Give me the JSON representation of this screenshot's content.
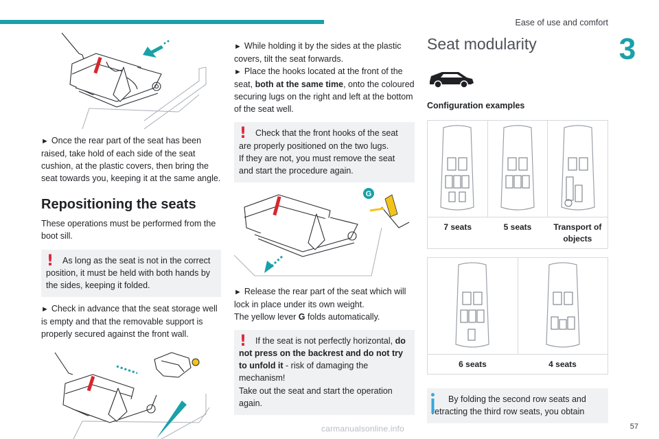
{
  "header": {
    "title": "Ease of use and comfort",
    "chapter": "3",
    "page": "57"
  },
  "watermark": "carmanualsonline.info",
  "col1": {
    "p1": "Once the rear part of the seat has been raised, take hold of each side of the seat cushion, at the plastic covers, then bring the seat towards you, keeping it at the same angle.",
    "heading": "Repositioning the seats",
    "p2": "These operations must be performed from the boot sill.",
    "note": "As long as the seat is not in the correct position, it must be held with both hands by the sides, keeping it folded.",
    "p3": "Check in advance that the seat storage well is empty and that the removable support is properly secured against the front wall."
  },
  "col2": {
    "p1": "While holding it by the sides at the plastic covers, tilt the seat forwards.",
    "p2a": "Place the hooks located at the front of the seat, ",
    "p2b": "both at the same time",
    "p2c": ", onto the coloured securing lugs on the right and left at the bottom of the seat well.",
    "note1a": "Check that the front hooks of the seat are properly positioned on the two lugs.",
    "note1b": "If they are not, you must remove the seat and start the procedure again.",
    "lever": "G",
    "p3": "Release the rear part of the seat which will lock in place under its own weight.",
    "p4a": "The yellow lever ",
    "p4b": "G",
    "p4c": " folds automatically.",
    "note2a": "If the seat is not perfectly horizontal, ",
    "note2b": "do not press on the backrest and do not try to unfold it",
    "note2c": " - risk of damaging the mechanism!",
    "note2d": "Take out the seat and start the operation again."
  },
  "col3": {
    "title": "Seat modularity",
    "subtitle": "Configuration examples",
    "row1": [
      "7 seats",
      "5 seats",
      "Transport of objects"
    ],
    "row2": [
      "6 seats",
      "4 seats"
    ],
    "info": "By folding the second row seats and retracting the third row seats, you obtain"
  },
  "colors": {
    "accent": "#1aa0a8",
    "warning": "#e0263a",
    "info": "#3aa6dd",
    "seatRed": "#d8262e",
    "lever": "#f2c419"
  },
  "icons": {
    "warning": "exclamation-icon",
    "info": "info-icon",
    "bullet": "triangle-arrow-icon"
  }
}
